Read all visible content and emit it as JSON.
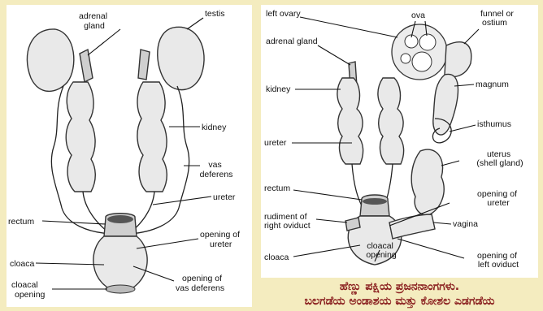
{
  "male_diagram": {
    "labels": {
      "adrenal_gland": "adrenal\ngland",
      "testis": "testis",
      "kidney": "kidney",
      "vas_deferens": "vas\ndeferens",
      "ureter": "ureter",
      "rectum": "rectum",
      "opening_of_ureter": "opening of\nureter",
      "cloaca": "cloaca",
      "cloacal_opening": "cloacal\nopening",
      "opening_of_vas_deferens": "opening of\nvas deferens"
    }
  },
  "female_diagram": {
    "labels": {
      "left_ovary": "left ovary",
      "ova": "ova",
      "funnel_or_ostium": "funnel or\nostium",
      "adrenal_gland": "adrenal gland",
      "magnum": "magnum",
      "kidney": "kidney",
      "isthumus": "isthumus",
      "ureter": "ureter",
      "uterus": "uterus\n(shell gland)",
      "rectum": "rectum",
      "opening_of_ureter": "opening of\nureter",
      "rudiment": "rudiment of\nright oviduct",
      "vagina": "vagina",
      "cloaca": "cloaca",
      "cloacal_opening": "cloacal\nopening",
      "opening_of_left_oviduct": "opening of\nleft oviduct"
    }
  },
  "caption": {
    "line1": "ಹೆಣ್ಣು ಪಕ್ಷಿಯ ಪ್ರಜನನಾಂಗಗಳು.",
    "line2": "ಬಲಗಡೆಯ ಅಂಡಾಶಯ ಮತ್ತು ಕೋಶಲ ಎಡಗಡೆಯ"
  }
}
